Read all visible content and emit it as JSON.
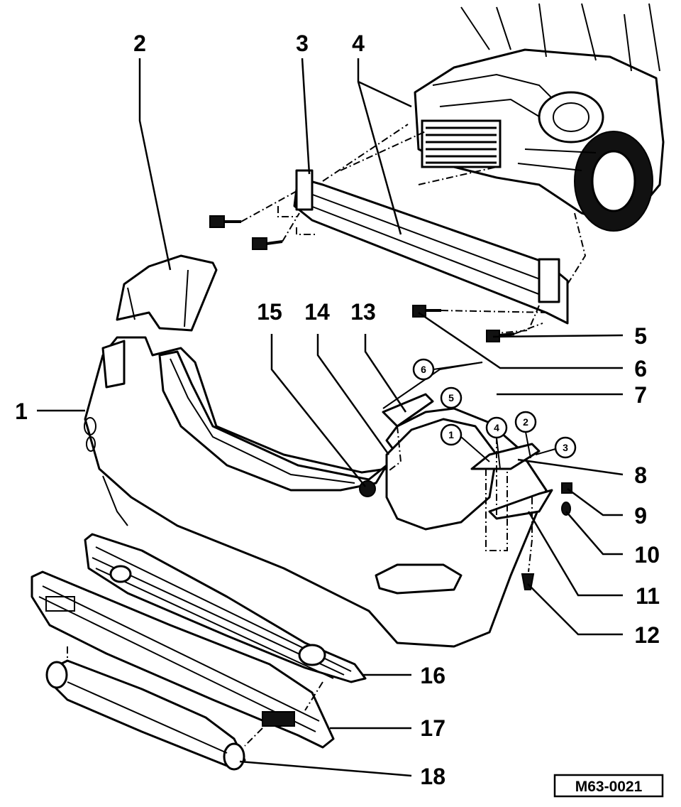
{
  "diagram": {
    "reference_code": "M63-0021",
    "callouts": [
      {
        "id": "c1",
        "label": "1"
      },
      {
        "id": "c2",
        "label": "2"
      },
      {
        "id": "c3",
        "label": "3"
      },
      {
        "id": "c4",
        "label": "4"
      },
      {
        "id": "c5",
        "label": "5"
      },
      {
        "id": "c6",
        "label": "6"
      },
      {
        "id": "c7",
        "label": "7"
      },
      {
        "id": "c8",
        "label": "8"
      },
      {
        "id": "c9",
        "label": "9"
      },
      {
        "id": "c10",
        "label": "10"
      },
      {
        "id": "c11",
        "label": "11"
      },
      {
        "id": "c12",
        "label": "12"
      },
      {
        "id": "c13",
        "label": "13"
      },
      {
        "id": "c14",
        "label": "14"
      },
      {
        "id": "c15",
        "label": "15"
      },
      {
        "id": "c16",
        "label": "16"
      },
      {
        "id": "c17",
        "label": "17"
      },
      {
        "id": "c18",
        "label": "18"
      }
    ],
    "circled_callouts": [
      {
        "id": "k6",
        "label": "6"
      },
      {
        "id": "k5",
        "label": "5"
      },
      {
        "id": "k1",
        "label": "1"
      },
      {
        "id": "k4",
        "label": "4"
      },
      {
        "id": "k2",
        "label": "2"
      },
      {
        "id": "k3",
        "label": "3"
      }
    ]
  }
}
